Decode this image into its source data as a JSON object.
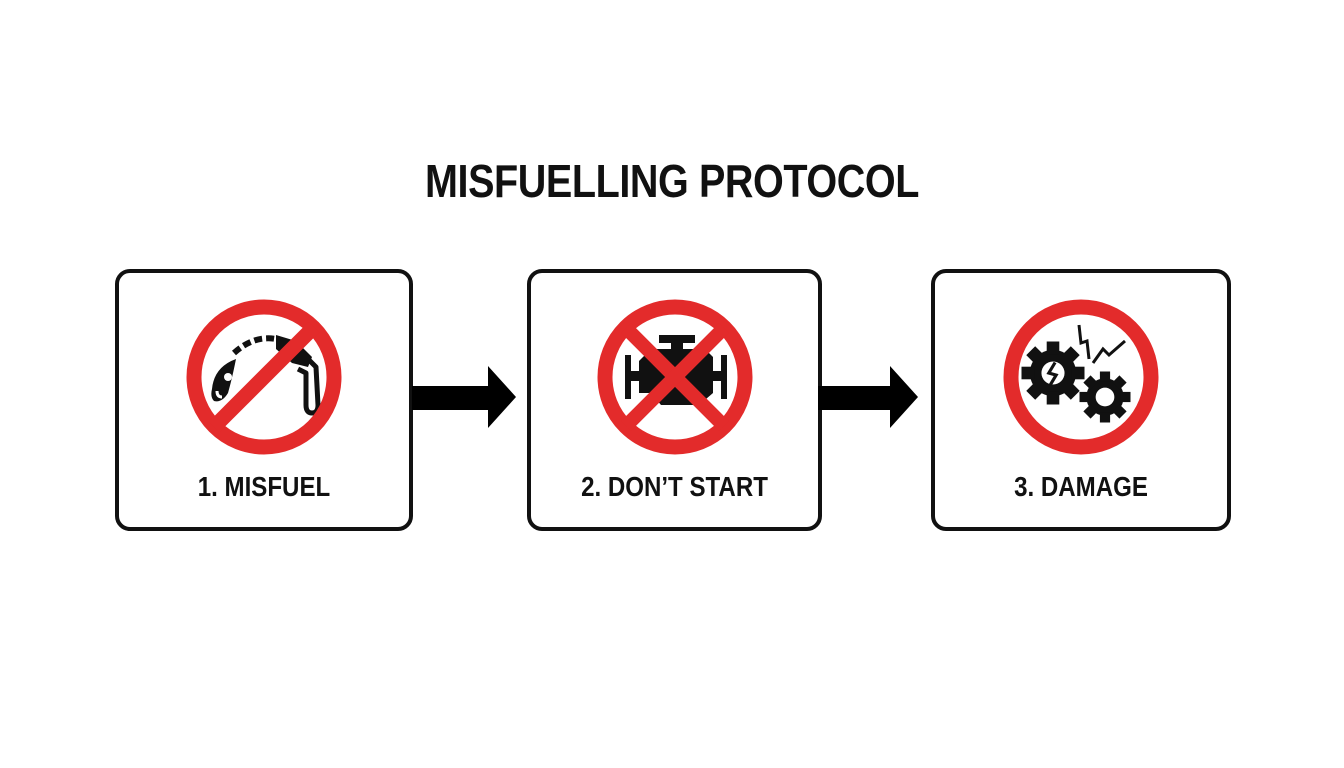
{
  "title": "MISFUELLING PROTOCOL",
  "colors": {
    "prohibition_red": "#e32b2b",
    "ink": "#111111",
    "background": "#ffffff"
  },
  "steps": [
    {
      "number": 1,
      "label": "1. MISFUEL",
      "icon": "fuel-nozzle-prohibited-icon"
    },
    {
      "number": 2,
      "label": "2. DON’T START",
      "icon": "engine-crossed-out-icon"
    },
    {
      "number": 3,
      "label": "3. DAMAGE",
      "icon": "broken-gears-icon"
    }
  ],
  "connectors": [
    {
      "from": 1,
      "to": 2,
      "icon": "arrow-right-icon"
    },
    {
      "from": 2,
      "to": 3,
      "icon": "arrow-right-icon"
    }
  ]
}
